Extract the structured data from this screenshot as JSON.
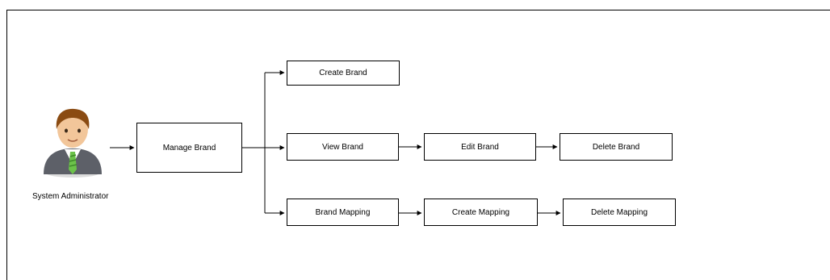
{
  "actor": {
    "label": "System Administrator",
    "icon": "administrator-avatar-icon"
  },
  "nodes": {
    "manage_brand": "Manage Brand",
    "create_brand": "Create Brand",
    "view_brand": "View Brand",
    "edit_brand": "Edit Brand",
    "delete_brand": "Delete Brand",
    "brand_mapping": "Brand Mapping",
    "create_mapping": "Create Mapping",
    "delete_mapping": "Delete Mapping"
  },
  "colors": {
    "line": "#000000",
    "box_border": "#000000",
    "skin": "#f2c69a",
    "hair": "#8a4b12",
    "suit": "#5d6068",
    "tie": "#6cc24a"
  }
}
